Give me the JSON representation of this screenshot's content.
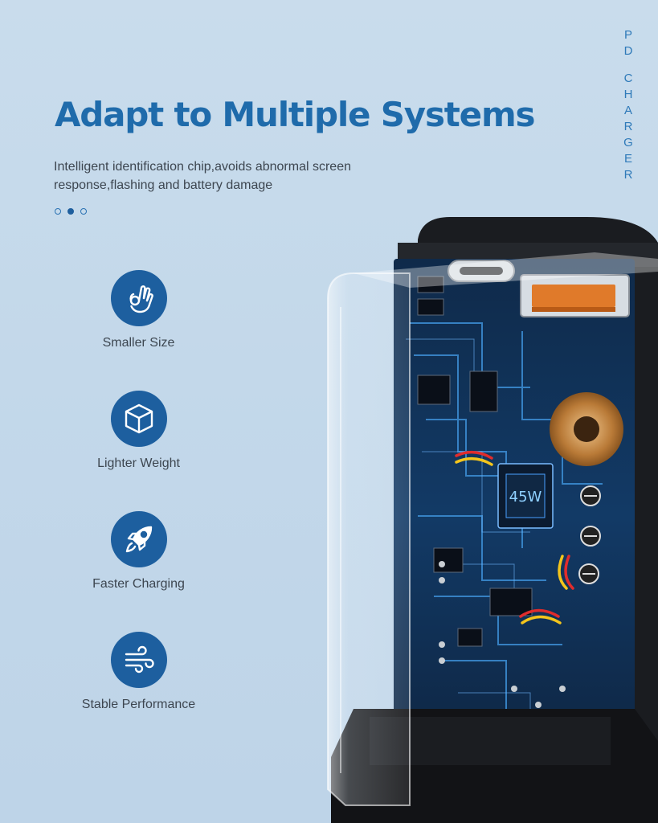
{
  "header": {
    "title": "Adapt to Multiple Systems",
    "subtitle": "Intelligent identification chip,avoids abnormal screen response,flashing and battery damage",
    "side_label_line1": [
      "P",
      "D"
    ],
    "side_label_line2": [
      "C",
      "H",
      "A",
      "R",
      "G",
      "E",
      "R"
    ]
  },
  "pager": {
    "count": 3,
    "active_index": 1
  },
  "features": [
    {
      "icon": "ok-hand-icon",
      "label": "Smaller Size"
    },
    {
      "icon": "cube-icon",
      "label": "Lighter Weight"
    },
    {
      "icon": "rocket-icon",
      "label": "Faster Charging"
    },
    {
      "icon": "wind-icon",
      "label": "Stable Performance"
    }
  ],
  "product": {
    "chip_marking": "45W"
  },
  "colors": {
    "background": "#c6daeb",
    "accent": "#1f6bab",
    "icon_circle": "#1d5f9f",
    "body_text": "#3d4650"
  }
}
